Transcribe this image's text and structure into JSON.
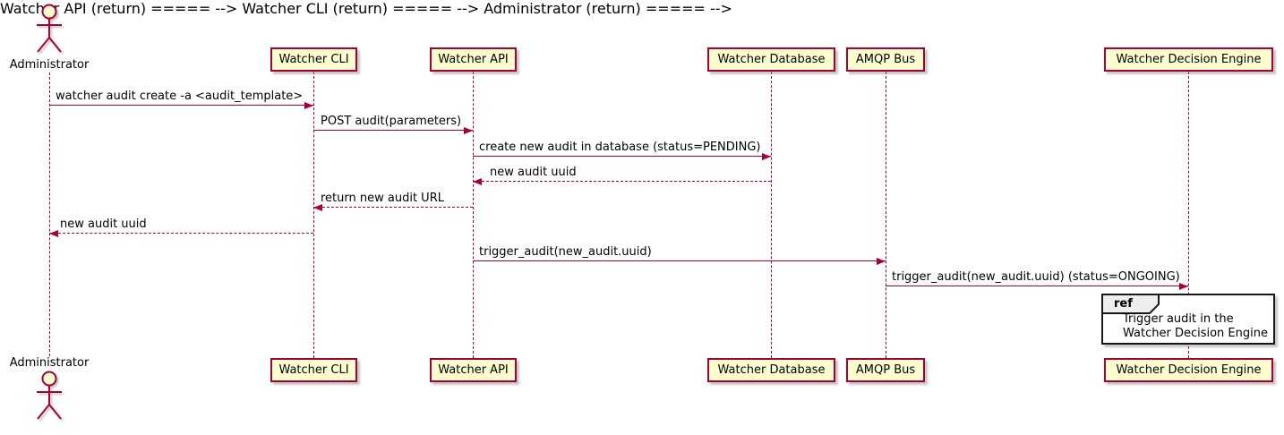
{
  "diagram_type": "uml-sequence-diagram",
  "actor": {
    "name": "Administrator"
  },
  "participants": [
    {
      "name": "Watcher CLI"
    },
    {
      "name": "Watcher API"
    },
    {
      "name": "Watcher Database"
    },
    {
      "name": "AMQP Bus"
    },
    {
      "name": "Watcher Decision Engine"
    }
  ],
  "messages": [
    {
      "from": "Administrator",
      "to": "Watcher CLI",
      "label": "watcher audit create -a <audit_template>",
      "line_style": "solid"
    },
    {
      "from": "Watcher CLI",
      "to": "Watcher API",
      "label": "POST audit(parameters)",
      "line_style": "solid"
    },
    {
      "from": "Watcher API",
      "to": "Watcher Database",
      "label": "create new audit in database (status=PENDING)",
      "line_style": "solid"
    },
    {
      "from": "Watcher Database",
      "to": "Watcher API",
      "label": "new audit uuid",
      "line_style": "dotted"
    },
    {
      "from": "Watcher API",
      "to": "Watcher CLI",
      "label": "return new audit URL",
      "line_style": "dotted"
    },
    {
      "from": "Watcher CLI",
      "to": "Administrator",
      "label": "new audit uuid",
      "line_style": "dotted"
    },
    {
      "from": "Watcher API",
      "to": "AMQP Bus",
      "label": "trigger_audit(new_audit.uuid)",
      "line_style": "solid"
    },
    {
      "from": "AMQP Bus",
      "to": "Watcher Decision Engine",
      "label": "trigger_audit(new_audit.uuid) (status=ONGOING)",
      "line_style": "solid"
    }
  ],
  "ref": {
    "keyword": "ref",
    "lines": [
      "Trigger audit in the",
      "Watcher Decision Engine"
    ]
  },
  "colors": {
    "participant_fill": "#FEFECE",
    "stroke": "#A80036",
    "ref_border": "#181818",
    "ref_tab_fill": "#EEEEEE",
    "text": "#000000"
  }
}
